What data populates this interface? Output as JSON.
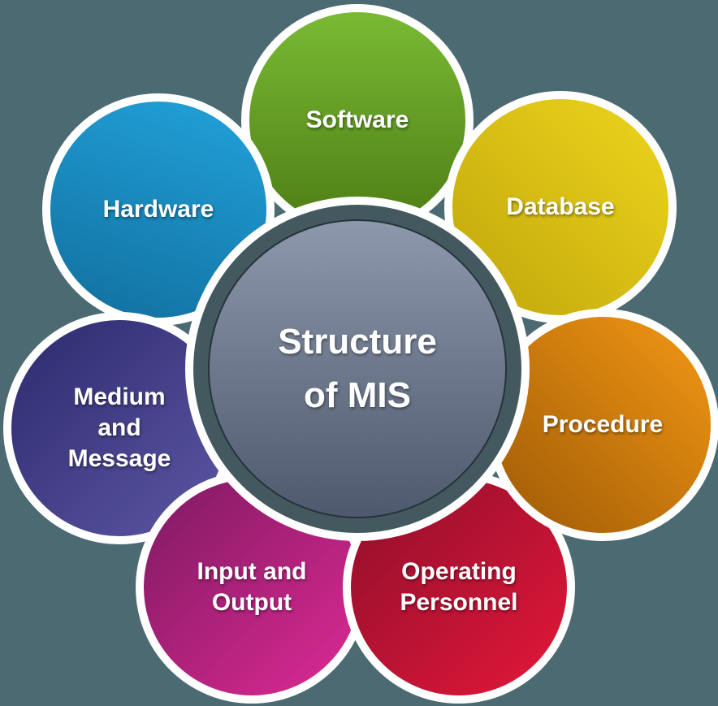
{
  "background_color": "#4c6a71",
  "petal_border_color": "#ffffff",
  "center": {
    "label": "Structure\nof MIS",
    "text_color": "#ffffff",
    "ring_color": "#43595f",
    "outline_color": "#26333a",
    "gradient": {
      "angle": 180,
      "from": "#8e98ac",
      "to": "#4f596d"
    }
  },
  "petals": [
    {
      "id": "software",
      "label": "Software",
      "gradient": {
        "angle": 180,
        "from": "#79ba34",
        "to": "#4e7d15"
      }
    },
    {
      "id": "database",
      "label": "Database",
      "gradient": {
        "angle": 225,
        "from": "#eed51d",
        "to": "#c0a60b"
      }
    },
    {
      "id": "procedure",
      "label": "Procedure",
      "gradient": {
        "angle": 225,
        "from": "#f39814",
        "to": "#9e5a06"
      }
    },
    {
      "id": "operating-personnel",
      "label": "Operating\nPersonnel",
      "gradient": {
        "angle": 135,
        "from": "#8e0f2b",
        "to": "#e5173a"
      }
    },
    {
      "id": "input-output",
      "label": "Input and\nOutput",
      "gradient": {
        "angle": 135,
        "from": "#7d1a62",
        "to": "#df2a94"
      }
    },
    {
      "id": "medium-message",
      "label": "Medium\nand\nMessage",
      "gradient": {
        "angle": 135,
        "from": "#2d2a6e",
        "to": "#5d57a4"
      }
    },
    {
      "id": "hardware",
      "label": "Hardware",
      "gradient": {
        "angle": 200,
        "from": "#22a2db",
        "to": "#116f9e"
      }
    }
  ]
}
